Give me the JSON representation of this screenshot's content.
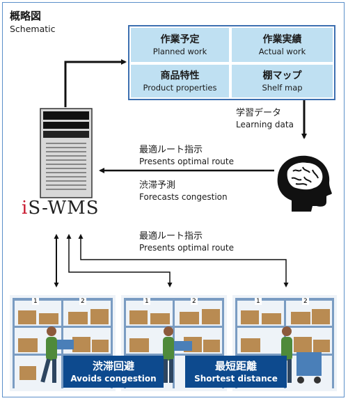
{
  "title": {
    "jp": "概略図",
    "en": "Schematic"
  },
  "data_table": [
    {
      "jp": "作業予定",
      "en": "Planned work"
    },
    {
      "jp": "作業実績",
      "en": "Actual work"
    },
    {
      "jp": "商品特性",
      "en": "Product properties"
    },
    {
      "jp": "棚マップ",
      "en": "Shelf map"
    }
  ],
  "learning": {
    "jp": "学習データ",
    "en": "Learning data"
  },
  "optimal_route_top": {
    "jp": "最適ルート指示",
    "en": "Presents optimal route"
  },
  "forecast": {
    "jp": "渋滞予測",
    "en": "Forecasts congestion"
  },
  "optimal_route_bottom": {
    "jp": "最適ルート指示",
    "en": "Presents optimal route"
  },
  "logo": {
    "i": "i",
    "rest": "S-WMS"
  },
  "shelf_numbers": [
    "1",
    "2"
  ],
  "badges": [
    {
      "jp": "渋滞回避",
      "en": "Avoids congestion"
    },
    {
      "jp": "最短距離",
      "en": "Shortest distance"
    }
  ],
  "colors": {
    "cell_bg": "#bfe0f2",
    "badge_bg": "#0d4a8e",
    "border": "#5b8fc9",
    "logo_i": "#c8182e"
  }
}
